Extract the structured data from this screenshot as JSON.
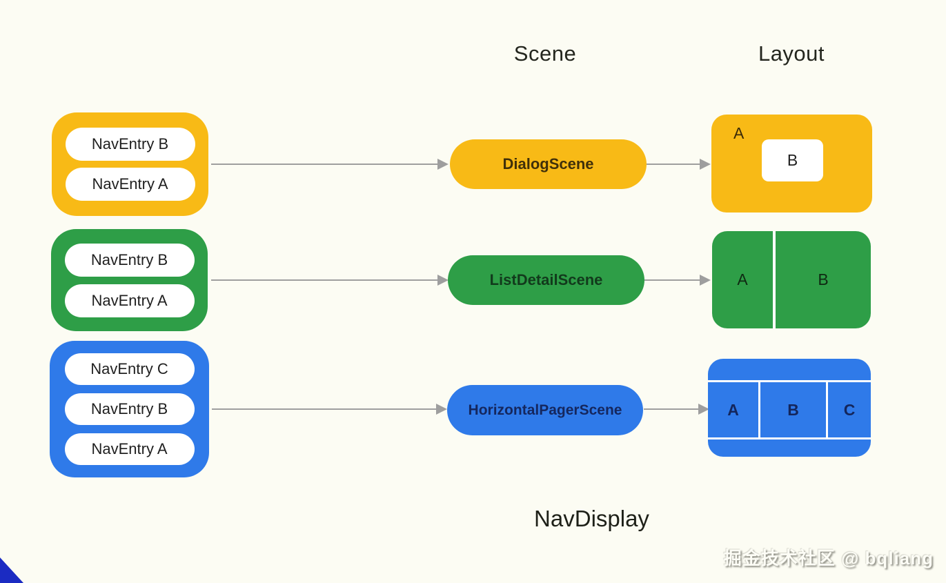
{
  "headers": {
    "scene": "Scene",
    "layout": "Layout"
  },
  "footer": {
    "title": "NavDisplay",
    "watermark": "掘金技术社区 @ bqliang"
  },
  "colors": {
    "background": "#FCFCF3",
    "yellow": "#F8BA16",
    "green": "#2E9E47",
    "blue": "#2F7AE9",
    "arrow_gray": "#9E9E9E",
    "corner_blue": "#1B2BC2",
    "pill_white": "#FFFFFF"
  },
  "rows": [
    {
      "name": "dialog",
      "back_stack": [
        "NavEntry B",
        "NavEntry A"
      ],
      "scene": "DialogScene",
      "layout": {
        "type": "dialog",
        "labels": [
          "A",
          "B"
        ]
      }
    },
    {
      "name": "list-detail",
      "back_stack": [
        "NavEntry B",
        "NavEntry A"
      ],
      "scene": "ListDetailScene",
      "layout": {
        "type": "list-detail",
        "labels": [
          "A",
          "B"
        ]
      }
    },
    {
      "name": "horizontal-pager",
      "back_stack": [
        "NavEntry C",
        "NavEntry B",
        "NavEntry A"
      ],
      "scene": "HorizontalPagerScene",
      "layout": {
        "type": "pager",
        "labels": [
          "A",
          "B",
          "C"
        ]
      }
    }
  ]
}
